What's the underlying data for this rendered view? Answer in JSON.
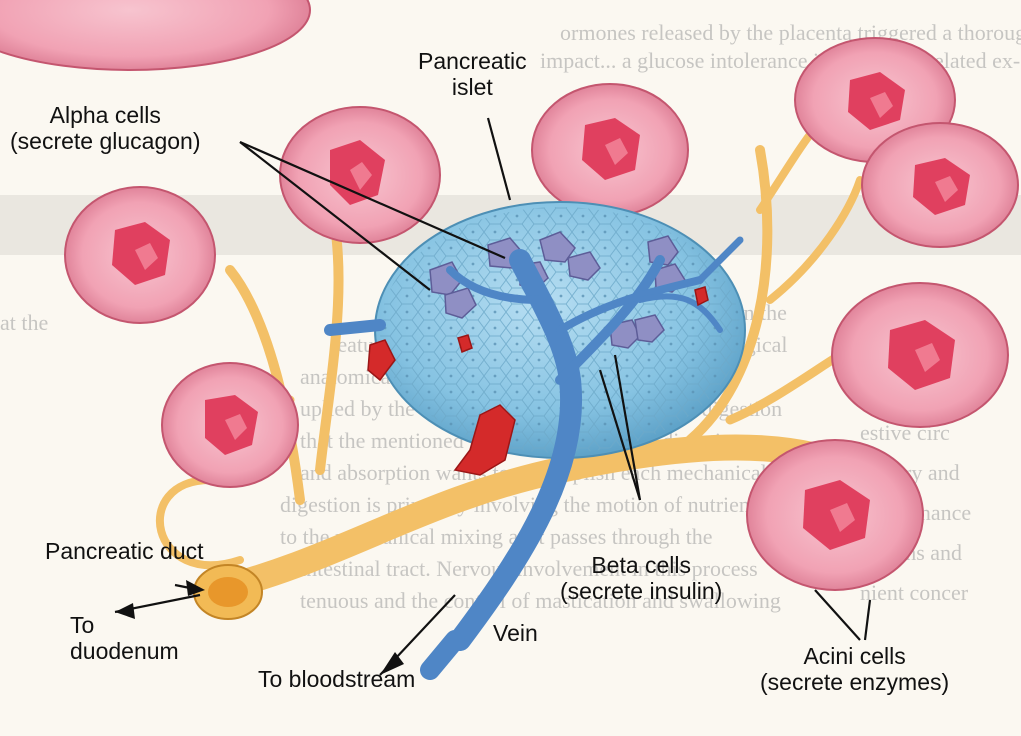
{
  "labels": {
    "pancreatic_islet": {
      "line1": "Pancreatic",
      "line2": "islet"
    },
    "alpha_cells": {
      "line1": "Alpha cells",
      "line2": "(secrete glucagon)"
    },
    "beta_cells": {
      "line1": "Beta cells",
      "line2": "(secrete insulin)"
    },
    "pancreatic_duct": "Pancreatic duct",
    "to_duodenum": {
      "line1": "To",
      "line2": "duodenum"
    },
    "to_bloodstream": "To bloodstream",
    "vein": "Vein",
    "acini_cells": {
      "line1": "Acini cells",
      "line2": "(secrete enzymes)"
    }
  },
  "colors": {
    "acinus_outer": "#f2a7b6",
    "acinus_inner": "#e0405f",
    "islet": "#8ec9e6",
    "alpha_cell": "#8f8fc4",
    "vein": "#4f86c6",
    "artery": "#d42a2a",
    "duct": "#f6c56a"
  }
}
